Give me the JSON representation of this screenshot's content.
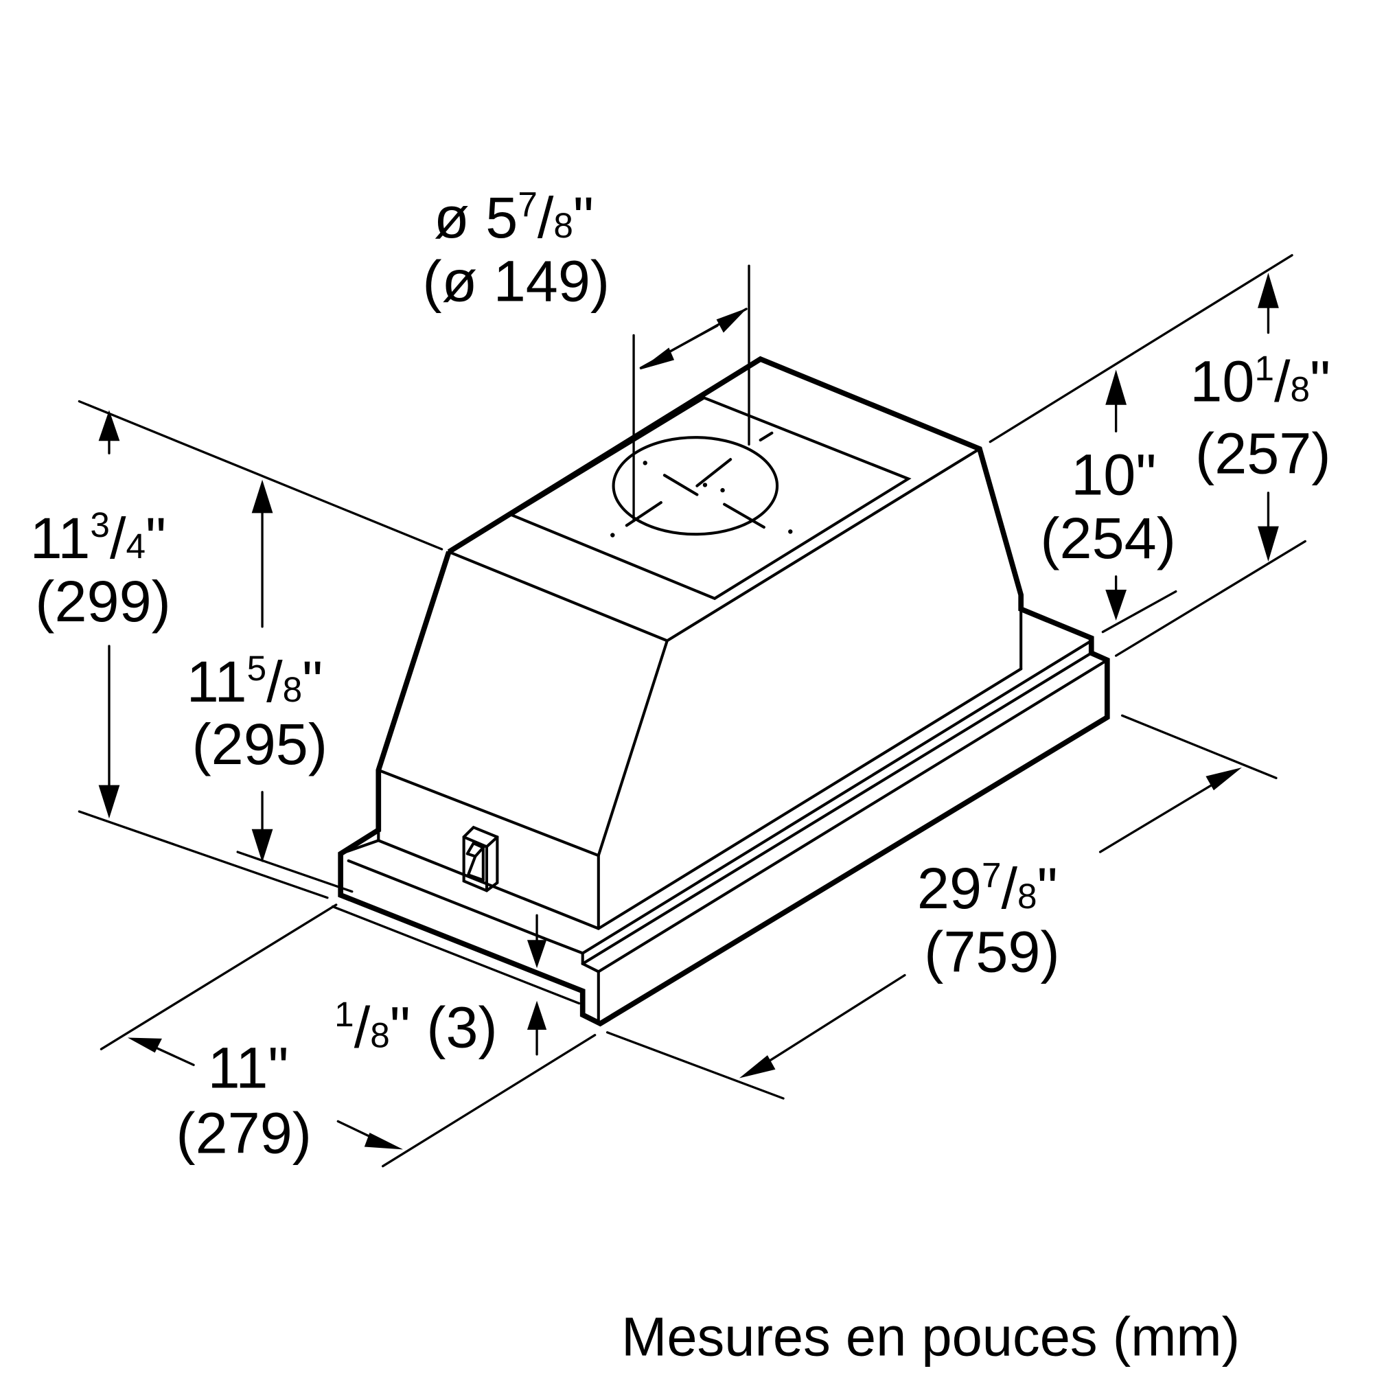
{
  "diagram": {
    "type": "technical-dimension-drawing",
    "subject": "range hood insert (isometric view)",
    "stroke_color": "#000000",
    "background_color": "#ffffff",
    "footer": "Mesures en pouces (mm)",
    "dimensions": {
      "duct_diameter": {
        "symbol": "ø",
        "whole": "5",
        "num": "7",
        "den": "8",
        "unit": "\"",
        "mm": "(ø 149)"
      },
      "overall_height_left": {
        "whole": "11",
        "num": "3",
        "den": "4",
        "unit": "\"",
        "mm": "(299)"
      },
      "body_height_left": {
        "whole": "11",
        "num": "5",
        "den": "8",
        "unit": "\"",
        "mm": "(295)"
      },
      "height_right_outer": {
        "whole": "10",
        "num": "1",
        "den": "8",
        "unit": "\"",
        "mm": "(257)"
      },
      "height_right_inner": {
        "whole": "10",
        "unit": "\"",
        "mm": "(254)"
      },
      "width": {
        "whole": "29",
        "num": "7",
        "den": "8",
        "unit": "\"",
        "mm": "(759)"
      },
      "depth": {
        "whole": "11",
        "unit": "\"",
        "mm": "(279)"
      },
      "front_offset": {
        "num": "1",
        "den": "8",
        "unit": "\"",
        "mm": "(3)"
      }
    }
  }
}
